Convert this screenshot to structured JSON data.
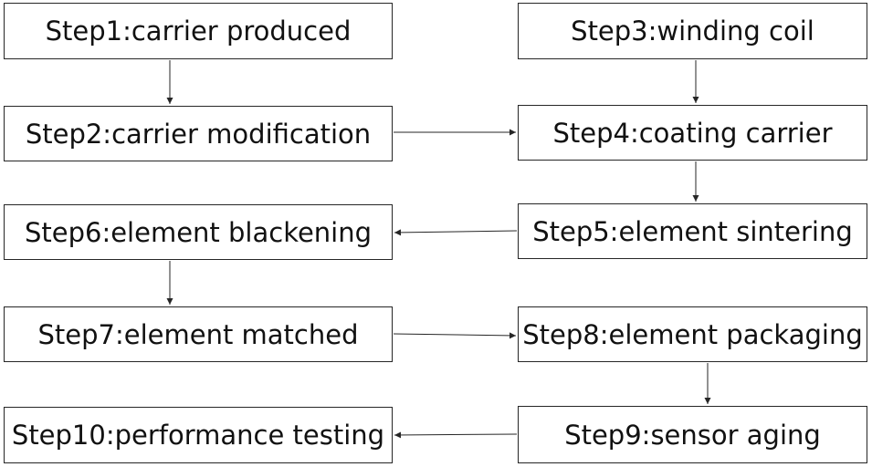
{
  "steps": {
    "s1": "Step1:carrier produced",
    "s2": "Step2:carrier modification",
    "s3": "Step3:winding coil",
    "s4": "Step4:coating carrier",
    "s5": "Step5:element sintering",
    "s6": "Step6:element blackening",
    "s7": "Step7:element matched",
    "s8": "Step8:element packaging",
    "s9": "Step9:sensor aging",
    "s10": "Step10:performance testing"
  },
  "colors": {
    "stroke": "#262626",
    "text": "#111111",
    "background": "#ffffff"
  }
}
